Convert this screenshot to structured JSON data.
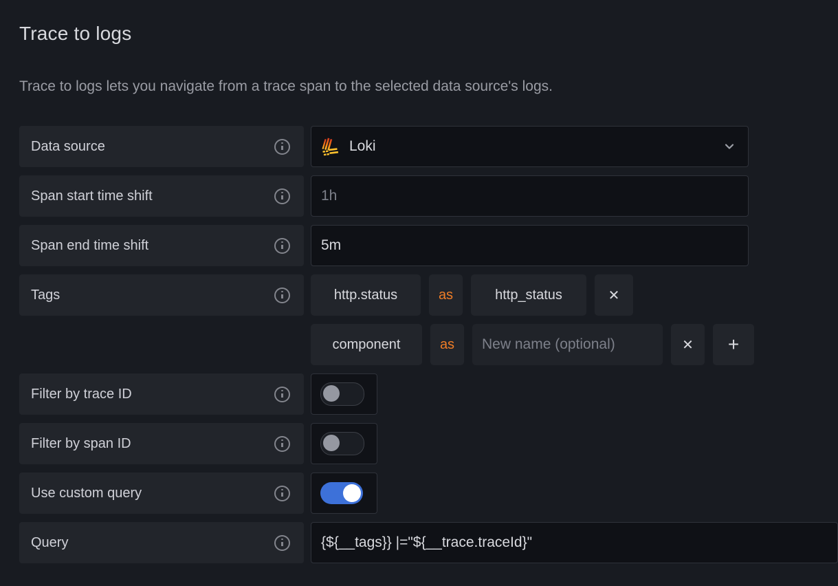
{
  "header": {
    "title": "Trace to logs",
    "description": "Trace to logs lets you navigate from a trace span to the selected data source's logs."
  },
  "form": {
    "data_source": {
      "label": "Data source",
      "selected": "Loki"
    },
    "span_start": {
      "label": "Span start time shift",
      "placeholder": "1h",
      "value": ""
    },
    "span_end": {
      "label": "Span end time shift",
      "value": "5m"
    },
    "tags": {
      "label": "Tags",
      "as_label": "as",
      "new_name_placeholder": "New name (optional)",
      "mappings": [
        {
          "key": "http.status",
          "mapped_name": "http_status"
        },
        {
          "key": "component",
          "mapped_name": ""
        }
      ]
    },
    "filter_trace": {
      "label": "Filter by trace ID",
      "enabled": false
    },
    "filter_span": {
      "label": "Filter by span ID",
      "enabled": false
    },
    "custom_query": {
      "label": "Use custom query",
      "enabled": true
    },
    "query": {
      "label": "Query",
      "value": "{${__tags}} |=\"${__trace.traceId}\""
    }
  },
  "icons": {
    "close": "✕",
    "add": "+"
  },
  "colors": {
    "accent_blue": "#3d71d9",
    "as_orange": "#ef7d27",
    "loki_orange": "#f57b17",
    "loki_yellow": "#fbc02d",
    "panel_bg": "#22252b",
    "input_bg": "#0f1116"
  }
}
